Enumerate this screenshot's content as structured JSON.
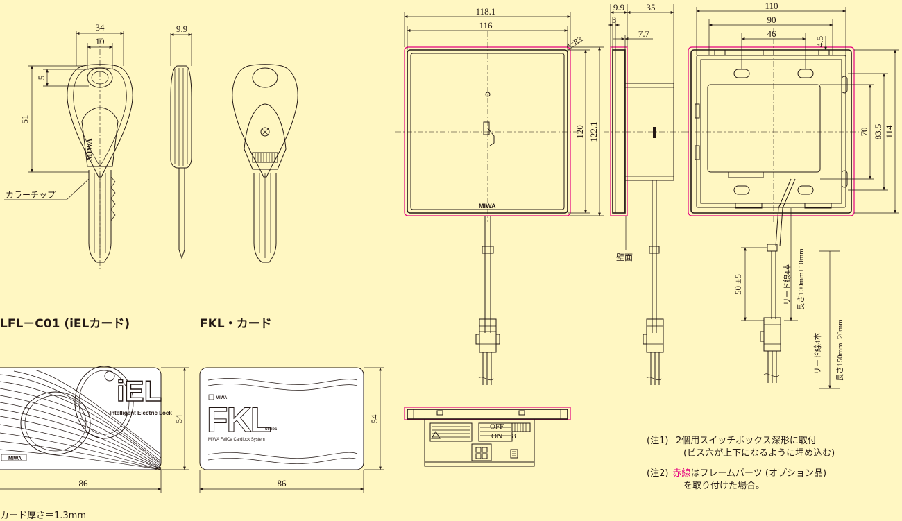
{
  "key": {
    "dims": {
      "w34": "34",
      "w10": "10",
      "h5": "5",
      "h51": "51",
      "t99": "9.9"
    },
    "color_chip": "カラーチップ",
    "logo": "MIWA"
  },
  "cards": {
    "iel": {
      "title": "LFL－C01 (iELカード)",
      "brand": "Intelligent Electric Lock",
      "logo": "MIWA",
      "dim_w": "86",
      "dim_h": "54"
    },
    "fkl": {
      "title": "FKL・カード",
      "logo_small": "MIWA",
      "series": "series",
      "system": "MIWA FeliCa Cardlock System",
      "dim_w": "86",
      "dim_h": "54"
    },
    "thickness": "カード厚さ＝1.3mm"
  },
  "reader": {
    "dims": {
      "w118": "118.1",
      "w116": "116",
      "r3": "4−R3",
      "h120": "120",
      "h122": "122.1",
      "d99": "9.9",
      "d35": "35",
      "d3": "3",
      "d77": "7.7",
      "b110": "110",
      "b90": "90",
      "b46": "46",
      "b45": "4.5",
      "b70": "70",
      "b835": "83.5",
      "b114": "114",
      "l50": "50 ±5"
    },
    "wall": "壁面",
    "logo": "MIWA",
    "lead1_name": "リード線4本",
    "lead1_len": "長さ100mm±10mm",
    "lead2_name": "リード線4本",
    "lead2_len": "長さ150mm±20mm",
    "labels": {
      "off": "OFF",
      "on": "ON",
      "eight": "8"
    }
  },
  "notes": {
    "n1_label": "(注1)",
    "n1_line1": "2個用スイッチボックス深形に取付",
    "n1_line2": "(ビス穴が上下になるように埋め込む)",
    "n2_label": "(注2)",
    "n2_red": "赤線",
    "n2_rest": "はフレームパーツ (オプション品)",
    "n2_line2": "を取り付けた場合。"
  },
  "colors": {
    "background": "#fff7c2",
    "frame_line": "#e4007f",
    "ink": "#231815"
  }
}
